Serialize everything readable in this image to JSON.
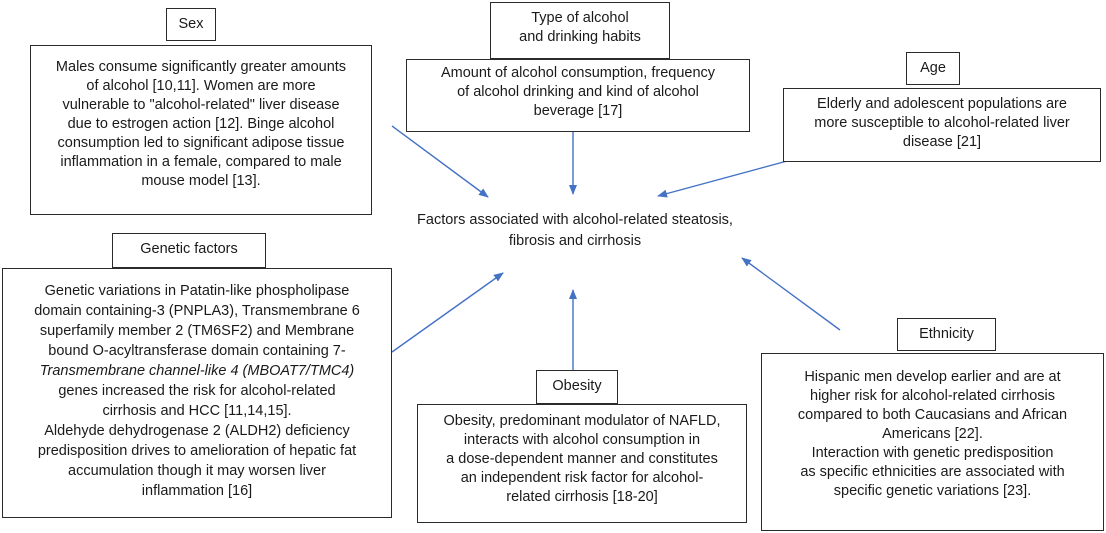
{
  "center": {
    "lines": [
      "Factors associated with alcohol-related steatosis,",
      "fibrosis and cirrhosis"
    ]
  },
  "sex": {
    "label": "Sex",
    "lines": [
      "Males consume significantly greater amounts",
      "of alcohol [10,11]. Women are more",
      "vulnerable to \"alcohol-related\" liver disease",
      "due to estrogen action [12]. Binge alcohol",
      "consumption led to significant adipose tissue",
      "inflammation in a female, compared to male",
      "mouse model [13]."
    ]
  },
  "type_alcohol": {
    "label_lines": [
      "Type of alcohol",
      "and drinking habits"
    ],
    "lines": [
      "Amount of alcohol consumption, frequency",
      "of alcohol drinking and kind of alcohol",
      "beverage [17]"
    ]
  },
  "age": {
    "label": "Age",
    "lines": [
      "Elderly and adolescent populations are",
      "more susceptible to alcohol-related liver",
      "disease [21]"
    ]
  },
  "genetic": {
    "label": "Genetic factors",
    "lines": [
      "Genetic variations in Patatin-like phospholipase",
      "domain containing-3 (PNPLA3), Transmembrane 6",
      "superfamily member 2 (TM6SF2) and Membrane",
      "bound O-acyltransferase domain containing 7-",
      "Transmembrane channel-like 4 (MBOAT7/TMC4)",
      "genes increased the risk for alcohol-related",
      "cirrhosis and HCC [11,14,15].",
      "Aldehyde dehydrogenase 2 (ALDH2) deficiency",
      "predisposition drives to amelioration of hepatic fat",
      "accumulation though it may worsen liver",
      "inflammation [16]"
    ]
  },
  "obesity": {
    "label": "Obesity",
    "lines": [
      "Obesity, predominant modulator of NAFLD,",
      "interacts with alcohol consumption in",
      "a dose-dependent manner and constitutes",
      "an independent risk factor for alcohol-",
      "related cirrhosis [18-20]"
    ]
  },
  "ethnicity": {
    "label": "Ethnicity",
    "lines": [
      "Hispanic men develop earlier and are at",
      "higher risk for alcohol-related cirrhosis",
      "compared to both Caucasians and African",
      "Americans [22].",
      "Interaction with genetic predisposition",
      "as specific ethnicities are associated with",
      "specific genetic variations [23]."
    ]
  },
  "colors": {
    "arrow": "#4472c4",
    "border": "#2b2b2b",
    "text": "#1a1a1a"
  }
}
